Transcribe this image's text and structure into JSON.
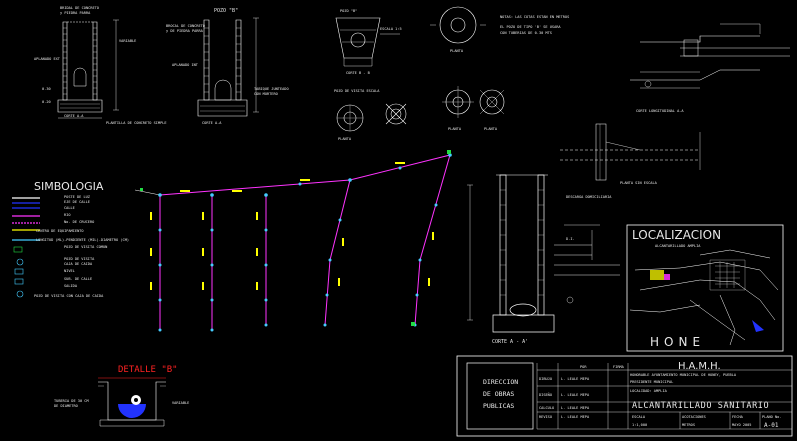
{
  "colors": {
    "background": "#000000",
    "linework": "#ffffff",
    "network": "#ff33ff",
    "title_red": "#ff2222",
    "water": "#2233ff",
    "manhole": "#44ccff",
    "labels": "#ffff00",
    "node": "#22dd44"
  },
  "sections": {
    "top_left_labels": [
      "BRIDAL DE CONCRETO",
      "y PIEDRA PARRA",
      "VARIABLE",
      "APLANADO EXT",
      "0.30",
      "0.20",
      "CORTE A-A",
      "PLANTILLA DE CONCRETO SIMPLE"
    ],
    "pozo_b_title": "POZO \"B\"",
    "pozo_b_labels": [
      "BROCAL DE CONCRETO",
      "y DE PIEDRA PARRA",
      "APLANADO INT",
      "TABIQUE JUNTEADO",
      "CON MORTERO",
      "CORTE A-A"
    ],
    "pozo_a_title": "POZO \"B\"",
    "escala": "ESCALA 1:5",
    "corte_b_b": "CORTE B - B",
    "pozo_visita_title": "POZO DE VISITA ESCALA",
    "planta": "PLANTA",
    "notes": [
      "NOTAS: LAS COTAS ESTAN EN METROS",
      "EL POZO DE TIPO 'B' SE USARA",
      "CON TUBERIAS DE 0.30 MTS"
    ],
    "corte_longitudinal": "CORTE LONGITUDINAL A-A",
    "planta_sin_escala": "PLANTA SIN ESCALA",
    "descarga_domiciliaria": "DESCARGA DOMICILIARIA",
    "corte_a_a1": "CORTE  A - A'"
  },
  "legend": {
    "title": "SIMBOLOGIA",
    "items": [
      "POSTE DE LUZ",
      "EJE DE CALLE",
      "CALLE",
      "RIO",
      "No. DE CRUCERO",
      "CENTRO DE EQUIPAMIENTO",
      "LONGITUD (ML)-PENDIENTE (MIL)-DIAMETRO (CM)",
      "POZO DE VISITA COMUN",
      "POZO DE VISITA",
      "CAJA DE CAIDA",
      "NIVEL",
      "SUB. DE CALLE",
      "SALIDA",
      "POZO DE VISITA CON CAJA DE CAIDA"
    ]
  },
  "detail": {
    "title": "DETALLE \"B\"",
    "labels": [
      "TUBERIA DE 30 CM",
      "DE DIAMETRO",
      "VARIABLE"
    ]
  },
  "localizacion": {
    "title": "LOCALIZACION",
    "subtitle": "ALCANTARILLADO AMPLIA",
    "place": "HONE"
  },
  "title_block": {
    "direccion": [
      "DIRECCION",
      "DE OBRAS",
      "PUBLICAS"
    ],
    "org": "H.A.M.H.",
    "org_sub": "HONORABLE AYUNTAMIENTO MUNICIPAL DE HONEY, PUEBLA",
    "project": "ALCANTARILLADO SANITARIO",
    "header": [
      "POR",
      "FIRMA"
    ],
    "rows": [
      [
        "DIBUJO",
        "L. LEALE MEPA"
      ],
      [
        "DISEÑO",
        "L. LEALE MEPA"
      ],
      [
        "CALCULO",
        "L. LEALE MEPA"
      ],
      [
        "REVISO",
        "L. LEALE MEPA"
      ]
    ],
    "cols": [
      "ESCALA",
      "ACOTACIONES",
      "FECHA",
      "PLANO No."
    ],
    "values": [
      "1:1,000",
      "METROS",
      "MAYO 2005",
      "A-01"
    ],
    "side": [
      "PRESIDENTE MUNICIPAL",
      "LOCALIDAD: AMPLIA"
    ]
  }
}
